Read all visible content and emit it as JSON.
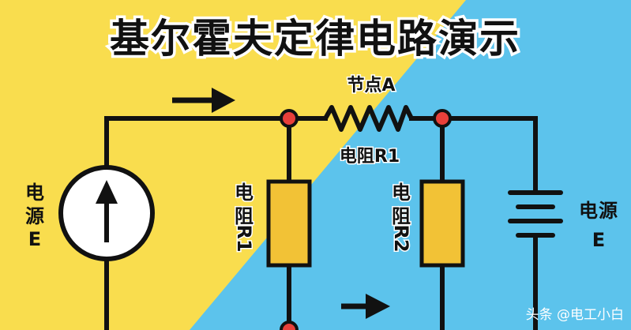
{
  "title": "基尔霍夫定律电路演示",
  "labels": {
    "node_a": "节点A",
    "r1_series": "电阻R1",
    "source_left": [
      "电",
      "源",
      "E"
    ],
    "r1_vertical": [
      "电",
      "阻",
      "R1"
    ],
    "r2_vertical": [
      "电",
      "阻",
      "R2"
    ],
    "source_right": [
      "电",
      "源",
      "E"
    ]
  },
  "watermark": "头条 @电工小白",
  "colors": {
    "bg_yellow": "#f9dd4e",
    "bg_blue": "#5cc3ec",
    "wire": "#111111",
    "resistor_fill": "#f2c236",
    "node": "#e8403a"
  }
}
